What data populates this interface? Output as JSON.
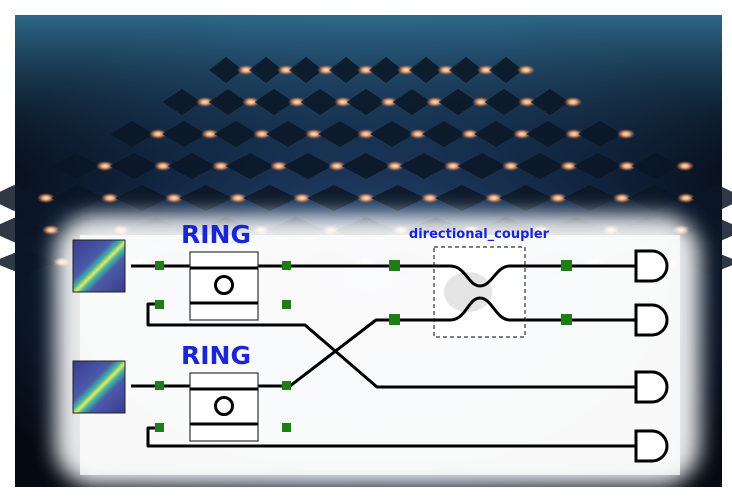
{
  "labels": {
    "ring_top": "RING",
    "ring_bottom": "RING",
    "coupler": "directional_coupler"
  },
  "colors": {
    "label_blue": "#1a25d6",
    "port_green": "#1e7d16",
    "wire": "#000000",
    "bg_dark": "#0a1424",
    "bg_glow": "#ffb27a",
    "source_purple": "#5a4fa8"
  },
  "icons": {
    "source": "gaussian-pulse-source-icon",
    "detector": "photodetector-d-icon",
    "ring": "ring-resonator-icon",
    "coupler": "directional-coupler-icon"
  }
}
